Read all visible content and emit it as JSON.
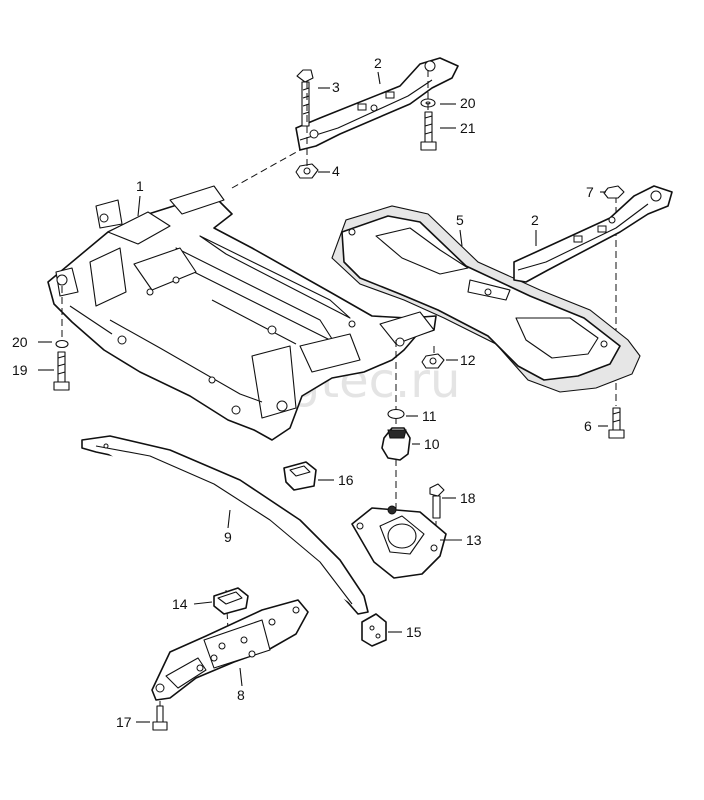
{
  "watermark": "vagtec.ru",
  "callouts": [
    {
      "id": "c1",
      "text": "1"
    },
    {
      "id": "c2a",
      "text": "2"
    },
    {
      "id": "c3",
      "text": "3"
    },
    {
      "id": "c4",
      "text": "4"
    },
    {
      "id": "c20a",
      "text": "20"
    },
    {
      "id": "c21",
      "text": "21"
    },
    {
      "id": "c7",
      "text": "7"
    },
    {
      "id": "c5",
      "text": "5"
    },
    {
      "id": "c2b",
      "text": "2"
    },
    {
      "id": "c20b",
      "text": "20"
    },
    {
      "id": "c19",
      "text": "19"
    },
    {
      "id": "c12",
      "text": "12"
    },
    {
      "id": "c11",
      "text": "11"
    },
    {
      "id": "c10",
      "text": "10"
    },
    {
      "id": "c6",
      "text": "6"
    },
    {
      "id": "c16",
      "text": "16"
    },
    {
      "id": "c9",
      "text": "9"
    },
    {
      "id": "c18",
      "text": "18"
    },
    {
      "id": "c13",
      "text": "13"
    },
    {
      "id": "c14",
      "text": "14"
    },
    {
      "id": "c15",
      "text": "15"
    },
    {
      "id": "c8",
      "text": "8"
    },
    {
      "id": "c17",
      "text": "17"
    }
  ]
}
